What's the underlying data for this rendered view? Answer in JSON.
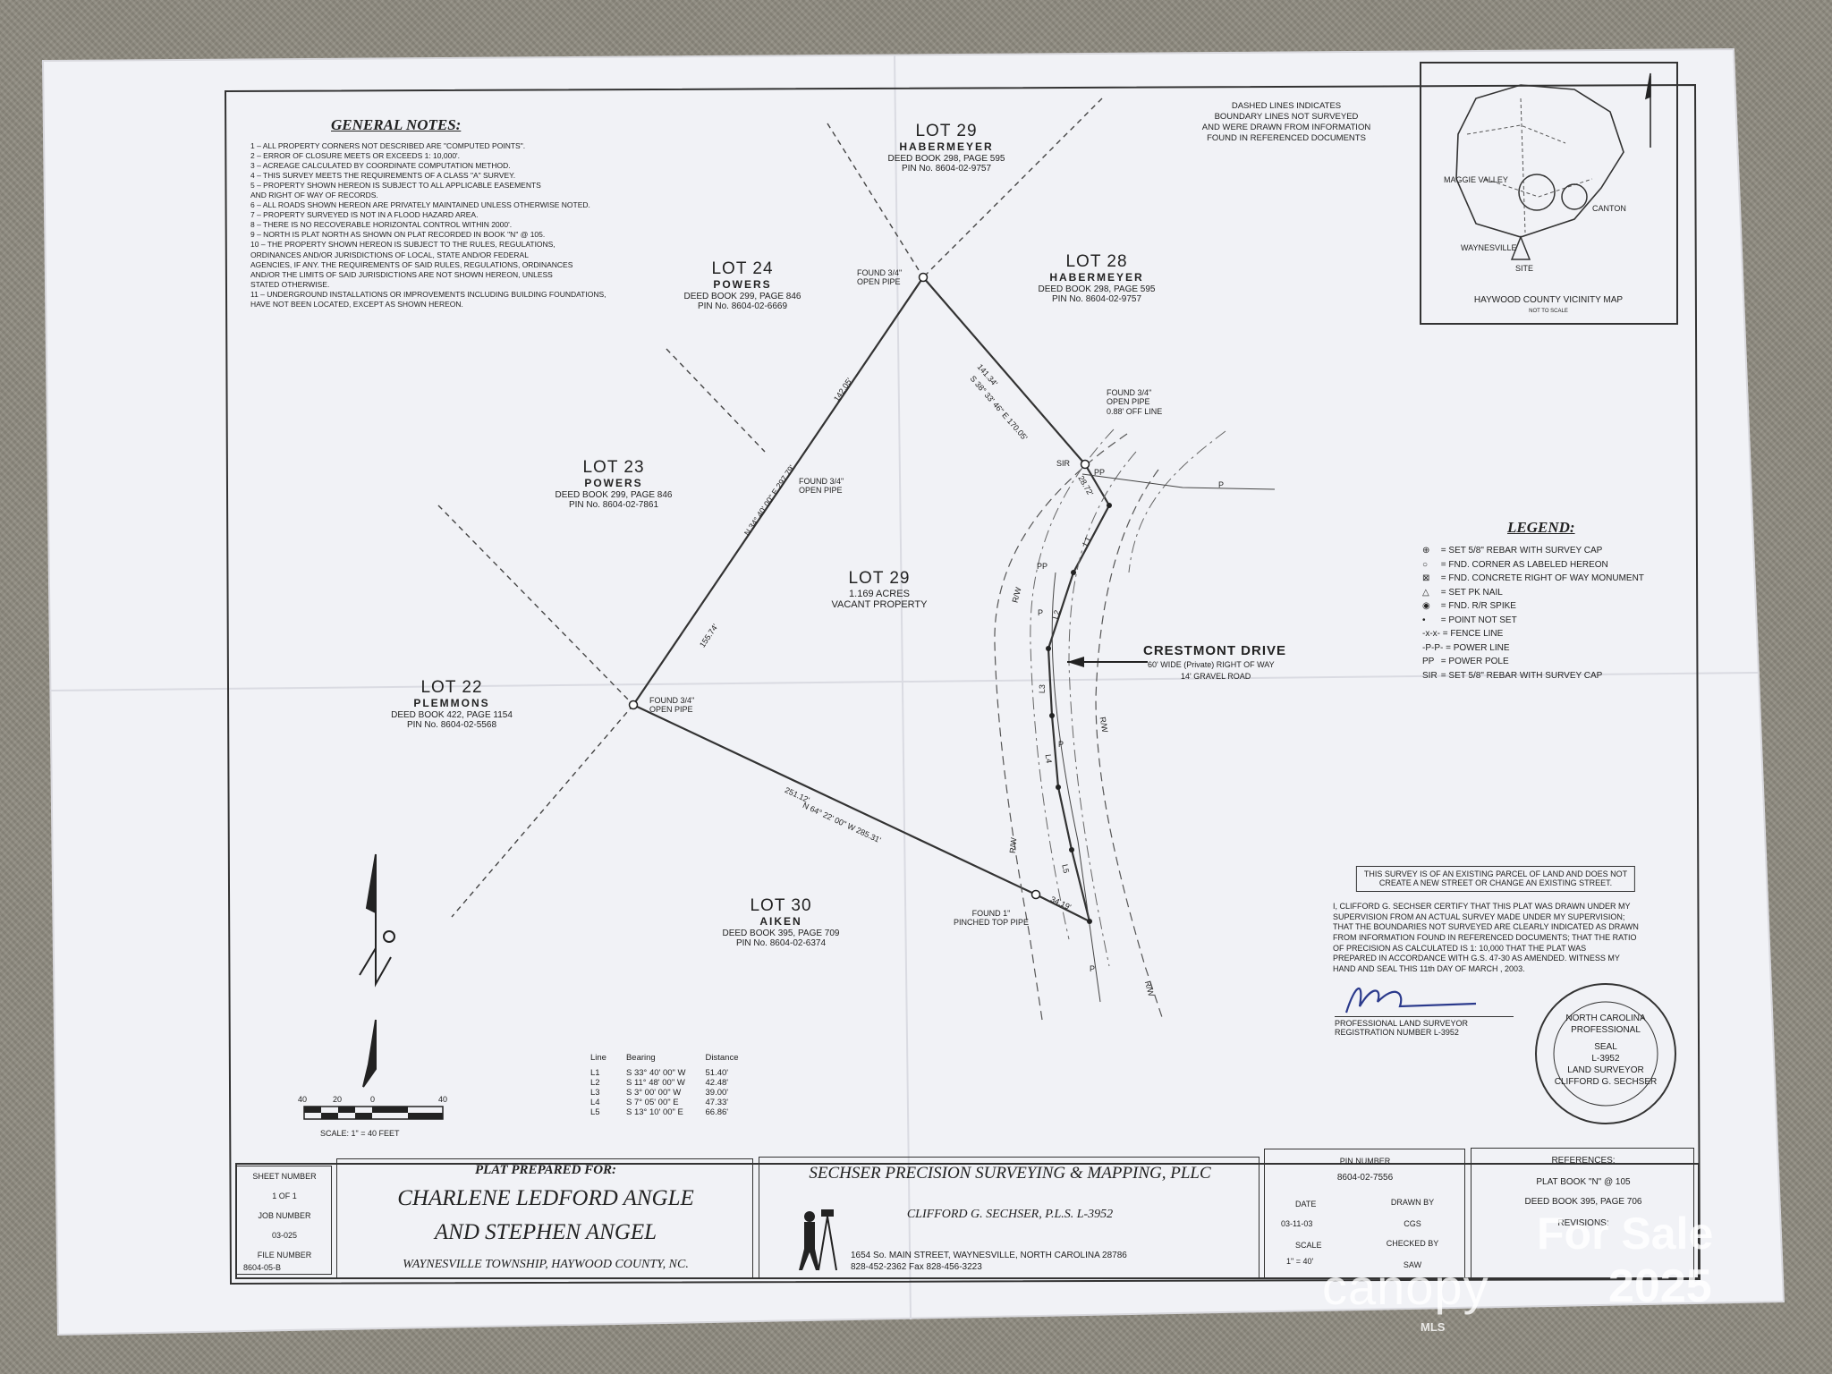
{
  "general_notes": {
    "heading": "GENERAL NOTES:",
    "items": [
      "1 – ALL PROPERTY CORNERS NOT DESCRIBED ARE \"COMPUTED POINTS\".",
      "2 – ERROR OF CLOSURE MEETS OR EXCEEDS 1: 10,000'.",
      "3 – ACREAGE CALCULATED BY COORDINATE COMPUTATION METHOD.",
      "4 – THIS SURVEY MEETS THE REQUIREMENTS OF A CLASS \"A\" SURVEY.",
      "5 – PROPERTY SHOWN HEREON IS SUBJECT TO ALL APPLICABLE EASEMENTS",
      "      AND RIGHT OF WAY OF RECORDS.",
      "6 – ALL ROADS SHOWN HEREON ARE PRIVATELY MAINTAINED UNLESS OTHERWISE NOTED.",
      "7 – PROPERTY SURVEYED IS NOT IN A FLOOD HAZARD AREA.",
      "8 – THERE IS NO RECOVERABLE HORIZONTAL CONTROL WITHIN 2000'.",
      "9 – NORTH IS PLAT NORTH AS SHOWN ON PLAT RECORDED IN BOOK \"N\" @ 105.",
      "10 – THE PROPERTY SHOWN HEREON IS SUBJECT TO THE RULES, REGULATIONS,",
      "      ORDINANCES AND/OR JURISDICTIONS OF LOCAL, STATE AND/OR FEDERAL",
      "      AGENCIES, IF ANY. THE REQUIREMENTS OF SAID RULES, REGULATIONS, ORDINANCES",
      "      AND/OR THE LIMITS OF SAID JURISDICTIONS ARE NOT SHOWN HEREON, UNLESS",
      "      STATED OTHERWISE.",
      "11 – UNDERGROUND INSTALLATIONS OR IMPROVEMENTS INCLUDING BUILDING FOUNDATIONS,",
      "      HAVE NOT BEEN LOCATED, EXCEPT AS SHOWN HEREON."
    ]
  },
  "dashed_note": [
    "DASHED LINES INDICATES",
    "BOUNDARY LINES NOT SURVEYED",
    "AND WERE DRAWN FROM INFORMATION",
    "FOUND IN REFERENCED DOCUMENTS"
  ],
  "lots": {
    "lot29_top": {
      "name": "LOT 29",
      "owner": "HABERMEYER",
      "deed": "DEED BOOK 298, PAGE 595",
      "pin": "PIN No. 8604-02-9757"
    },
    "lot28": {
      "name": "LOT 28",
      "owner": "HABERMEYER",
      "deed": "DEED BOOK 298, PAGE 595",
      "pin": "PIN No. 8604-02-9757"
    },
    "lot24": {
      "name": "LOT 24",
      "owner": "POWERS",
      "deed": "DEED BOOK 299, PAGE 846",
      "pin": "PIN No. 8604-02-6669"
    },
    "lot23": {
      "name": "LOT 23",
      "owner": "POWERS",
      "deed": "DEED BOOK 299, PAGE 846",
      "pin": "PIN No. 8604-02-7861"
    },
    "lot22": {
      "name": "LOT 22",
      "owner": "PLEMMONS",
      "deed": "DEED BOOK 422, PAGE 1154",
      "pin": "PIN No. 8604-02-5568"
    },
    "lot30": {
      "name": "LOT 30",
      "owner": "AIKEN",
      "deed": "DEED BOOK 395, PAGE 709",
      "pin": "PIN No. 8604-02-6374"
    },
    "subject": {
      "name": "LOT 29",
      "acres": "1.169 ACRES",
      "desc": "VACANT PROPERTY"
    }
  },
  "survey_labels": {
    "pipe_top": [
      "FOUND 3/4\"",
      "OPEN PIPE"
    ],
    "pipe_mid": [
      "FOUND 3/4\"",
      "OPEN PIPE"
    ],
    "pipe_left": [
      "FOUND 3/4\"",
      "OPEN PIPE"
    ],
    "pipe_road": [
      "FOUND 3/4\"",
      "OPEN PIPE",
      "0.88' OFF LINE"
    ],
    "pipe_bottom": [
      "FOUND 1\"",
      "PINCHED TOP PIPE"
    ],
    "sir": "SIR",
    "bearing_ne": "S 38° 33' 46\" E  170.05'",
    "dist_ne": "141.34'",
    "dist_nw_upper": "142.05'",
    "bearing_nw": "N 34° 40' 00\" E  297.79'",
    "dist_nw_lower": "155.74'",
    "dist_s_upper": "251.12'",
    "bearing_s": "N 64° 22' 00\" W  285.31'",
    "dist_end": "34.19'",
    "dist_corner": "28.72'",
    "row": "R/W",
    "pp": "PP",
    "p": "P",
    "line_labels": [
      "L1",
      "L2",
      "L3",
      "L4",
      "L5"
    ]
  },
  "road": {
    "name": "CRESTMONT DRIVE",
    "width": "60' WIDE (Private) RIGHT OF WAY",
    "surface": "14' GRAVEL ROAD"
  },
  "legend": {
    "heading": "LEGEND:",
    "items": [
      {
        "sym": "⊕",
        "text": "= SET 5/8\" REBAR WITH SURVEY CAP"
      },
      {
        "sym": "○",
        "text": "= FND. CORNER AS LABELED HEREON"
      },
      {
        "sym": "⊠",
        "text": "= FND. CONCRETE RIGHT OF WAY MONUMENT"
      },
      {
        "sym": "△",
        "text": "= SET PK NAIL"
      },
      {
        "sym": "◉",
        "text": "= FND. R/R SPIKE"
      },
      {
        "sym": "•",
        "text": "= POINT NOT SET"
      },
      {
        "sym": "-x-x-",
        "text": "= FENCE LINE"
      },
      {
        "sym": "-P-P-",
        "text": "= POWER LINE"
      },
      {
        "sym": "PP",
        "text": "= POWER POLE"
      },
      {
        "sym": "SIR",
        "text": "= SET 5/8\" REBAR WITH SURVEY CAP"
      }
    ]
  },
  "vicinity_map": {
    "title": "HAYWOOD COUNTY VICINITY MAP",
    "subtitle": "NOT TO SCALE",
    "places": [
      "MAGGIE VALLEY",
      "CANTON",
      "WAYNESVILLE",
      "SITE"
    ]
  },
  "survey_statement": [
    "THIS SURVEY IS OF AN EXISTING PARCEL OF LAND AND DOES NOT",
    "CREATE A NEW STREET OR CHANGE AN EXISTING STREET."
  ],
  "certification": [
    "I, CLIFFORD G. SECHSER CERTIFY THAT THIS PLAT WAS DRAWN UNDER MY",
    "SUPERVISION FROM AN ACTUAL SURVEY MADE UNDER MY SUPERVISION;",
    "THAT THE BOUNDARIES NOT SURVEYED ARE CLEARLY INDICATED AS DRAWN",
    "FROM INFORMATION FOUND IN REFERENCED DOCUMENTS; THAT THE RATIO",
    "OF PRECISION AS CALCULATED IS 1:    10,000      THAT THE PLAT WAS",
    "PREPARED IN ACCORDANCE WITH G.S. 47-30 AS AMENDED. WITNESS MY",
    "HAND AND SEAL THIS 11th DAY OF    MARCH    , 2003."
  ],
  "surveyor_sig": [
    "PROFESSIONAL LAND SURVEYOR",
    "REGISTRATION NUMBER L-3952"
  ],
  "seal": {
    "top": "NORTH CAROLINA",
    "prof": "PROFESSIONAL",
    "label": "SEAL",
    "number": "L-3952",
    "ls": "LAND SURVEYOR",
    "name": "CLIFFORD G. SECHSER"
  },
  "line_table": {
    "headers": [
      "Line",
      "Bearing",
      "Distance"
    ],
    "rows": [
      [
        "L1",
        "S 33° 40' 00\" W",
        "51.40'"
      ],
      [
        "L2",
        "S 11° 48' 00\" W",
        "42.48'"
      ],
      [
        "L3",
        "S 3° 00' 00\" W",
        "39.00'"
      ],
      [
        "L4",
        "S 7° 05' 00\" E",
        "47.33'"
      ],
      [
        "L5",
        "S 13° 10' 00\" E",
        "66.86'"
      ]
    ]
  },
  "scale_bar": {
    "ticks": [
      "40",
      "20",
      "0",
      "40"
    ],
    "label": "SCALE: 1\" = 40 FEET"
  },
  "title_block": {
    "sheet_number_label": "SHEET NUMBER",
    "sheet_number": "1 OF 1",
    "job_number_label": "JOB NUMBER",
    "job_number": "03-025",
    "file_number_label": "FILE NUMBER",
    "file_number": "8604-05-B",
    "prepared_for": "PLAT PREPARED FOR:",
    "client_line1": "CHARLENE LEDFORD ANGLE",
    "client_line2": "AND STEPHEN ANGEL",
    "location": "WAYNESVILLE TOWNSHIP, HAYWOOD COUNTY, NC.",
    "firm": "SECHSER PRECISION SURVEYING & MAPPING, PLLC",
    "surveyor": "CLIFFORD G. SECHSER, P.L.S. L-3952",
    "address": "1654 So. MAIN STREET, WAYNESVILLE, NORTH CAROLINA 28786",
    "phone": "828-452-2362 Fax 828-456-3223",
    "pin_label": "PIN NUMBER",
    "pin": "8604-02-7556",
    "date_label": "DATE",
    "date": "03-11-03",
    "drawn_label": "DRAWN BY",
    "drawn": "CGS",
    "scale_label": "SCALE",
    "scale": "1\" = 40'",
    "checked_label": "CHECKED BY",
    "checked": "SAW",
    "refs_label": "REFERENCES:",
    "ref1": "PLAT BOOK \"N\" @ 105",
    "ref2": "DEED BOOK 395, PAGE 706",
    "revisions_label": "REVISIONS:"
  },
  "watermark": {
    "line1": "For Sale",
    "brand": "canopy",
    "year": "2025",
    "mls": "MLS"
  }
}
